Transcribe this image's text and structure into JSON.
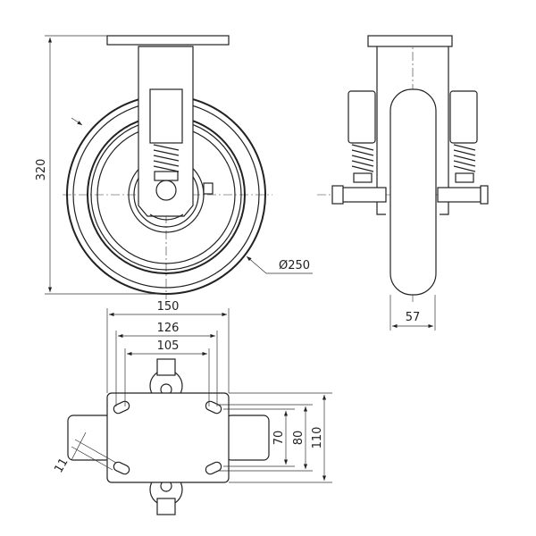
{
  "drawing": {
    "dimensions": {
      "height": "320",
      "wheel_diameter": "Ø250",
      "wheel_width": "57",
      "plate_length": "150",
      "hole_spacing_outer": "126",
      "hole_spacing_inner": "105",
      "hole_spacing_y_inner": "70",
      "hole_spacing_y_outer": "80",
      "plate_width": "110",
      "slot_width": "11"
    }
  }
}
